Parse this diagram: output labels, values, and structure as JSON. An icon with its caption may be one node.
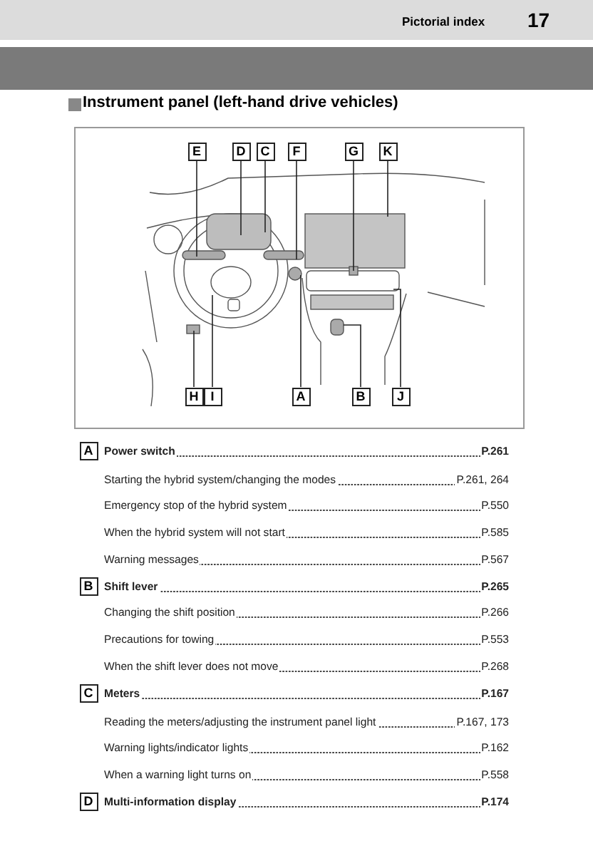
{
  "diagram": {
    "title": "Instrument panel (left-hand drive vehicles)",
    "nodes": [
      {
        "text": [
          "E"
        ]
      },
      {
        "text": [
          "D"
        ]
      },
      {
        "text": [
          "C"
        ]
      },
      {
        "text": [
          "F"
        ]
      },
      {
        "text": [
          "G"
        ]
      },
      {
        "text": [
          "K"
        ]
      },
      {
        "text": [
          "H"
        ]
      },
      {
        "text": [
          "I"
        ]
      },
      {
        "text": [
          "A"
        ]
      },
      {
        "text": [
          "B"
        ]
      },
      {
        "text": [
          "J"
        ]
      },
      {
        "text": [
          "A"
        ]
      },
      {
        "text": [
          "B"
        ]
      },
      {
        "text": [
          "C"
        ]
      },
      {
        "text": [
          "D"
        ]
      }
    ],
    "edges": [
      {
        "from": 0,
        "to": null,
        "arrow": "none"
      },
      {
        "from": 1,
        "to": null,
        "arrow": "none"
      },
      {
        "from": 2,
        "to": null,
        "arrow": "none"
      },
      {
        "from": 3,
        "to": null,
        "arrow": "none"
      },
      {
        "from": 4,
        "to": null,
        "arrow": "none"
      },
      {
        "from": 5,
        "to": null,
        "arrow": "none"
      },
      {
        "from": 6,
        "to": null,
        "arrow": "none"
      },
      {
        "from": 7,
        "to": null,
        "arrow": "none"
      },
      {
        "from": 8,
        "to": null,
        "arrow": "none"
      },
      {
        "from": 9,
        "to": null,
        "arrow": "none"
      },
      {
        "from": 10,
        "to": null,
        "arrow": "none"
      }
    ],
    "labels": [
      "Pictorial index",
      "17",
      "Power switch",
      "P.261",
      "Starting the hybrid system/changing the modes",
      "P.261, 264",
      "Emergency stop of the hybrid system",
      "P.550",
      "When the hybrid system will not start",
      "P.585",
      "Warning messages",
      "P.567",
      "Shift lever",
      "P.265",
      "Changing the shift position",
      "P.266",
      "Precautions for towing",
      "P.553",
      "When the shift lever does not move",
      "P.268",
      "Meters",
      "P.167",
      "Reading the meters/adjusting the instrument panel light",
      "P.167, 173",
      "Warning lights/indicator lights",
      "P.162",
      "When a warning light turns on",
      "P.558",
      "Multi-information display",
      "P.174"
    ]
  }
}
